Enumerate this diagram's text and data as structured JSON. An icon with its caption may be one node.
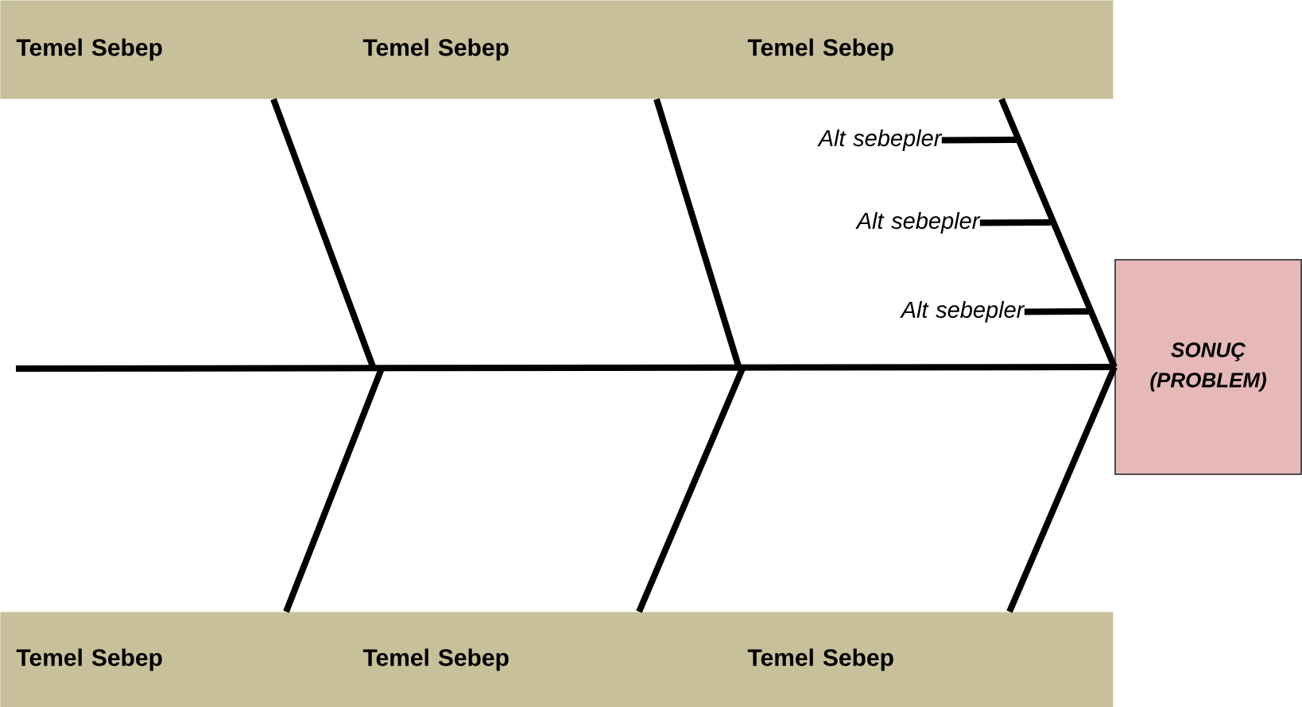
{
  "diagram": {
    "nodes": [
      {
        "text": [],
        "shape": "bar"
      },
      {
        "text": [
          "Temel Sebep"
        ],
        "in": 0
      },
      {
        "text": [
          "Temel Sebep"
        ],
        "in": 0
      },
      {
        "text": [
          "Temel Sebep"
        ],
        "in": 0
      },
      {
        "text": [],
        "shape": "bar"
      },
      {
        "text": [
          "Temel Sebep"
        ],
        "in": 4
      },
      {
        "text": [
          "Temel Sebep"
        ],
        "in": 4
      },
      {
        "text": [
          "Temel Sebep"
        ],
        "in": 4
      },
      {
        "text": [
          "SONUÇ (PROBLEM)"
        ]
      },
      {
        "text": [
          "Alt sebepler"
        ]
      },
      {
        "text": [
          "Alt sebepler"
        ]
      },
      {
        "text": [
          "Alt sebepler"
        ]
      }
    ],
    "edges": [
      {
        "from": null,
        "to": 8,
        "arrow": "none"
      },
      {
        "from": 0,
        "to": null,
        "arrow": "none"
      },
      {
        "from": 0,
        "to": null,
        "arrow": "none"
      },
      {
        "from": 0,
        "to": 8,
        "arrow": "none"
      },
      {
        "from": 4,
        "to": null,
        "arrow": "none"
      },
      {
        "from": 4,
        "to": null,
        "arrow": "none"
      },
      {
        "from": 4,
        "to": 8,
        "arrow": "none"
      },
      {
        "from": 9,
        "to": null,
        "arrow": "none"
      },
      {
        "from": 10,
        "to": null,
        "arrow": "none"
      },
      {
        "from": 11,
        "to": null,
        "arrow": "none"
      }
    ]
  }
}
